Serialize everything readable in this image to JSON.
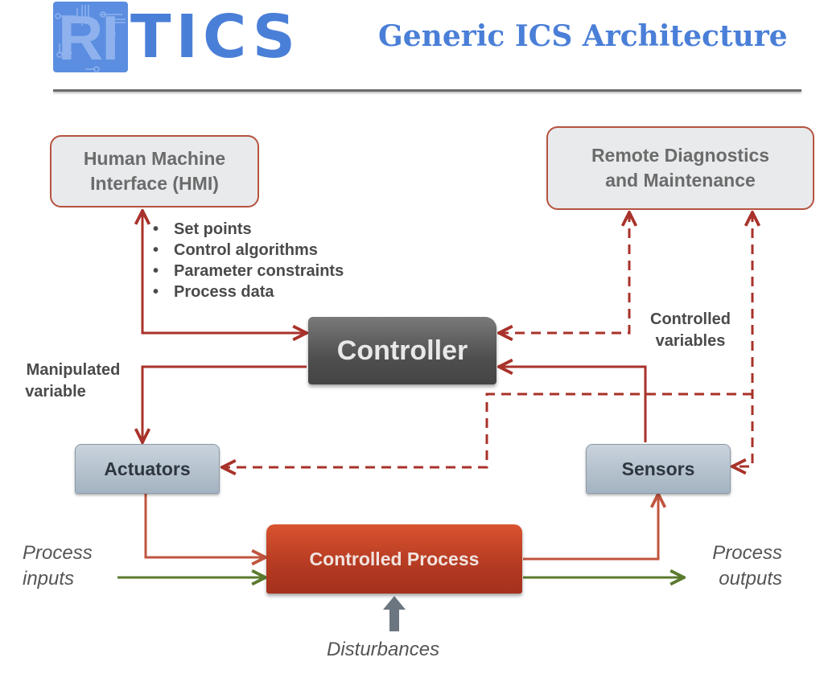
{
  "header": {
    "logo": {
      "highlight": "RI",
      "rest": "TICS"
    },
    "title": "Generic ICS Architecture"
  },
  "colors": {
    "brand_blue": "#4a7fd8",
    "arrow_red": "#a8322a",
    "flow_green": "#5a7a2e",
    "disturbance_gray": "#6b7680",
    "process_red": "#c0432a"
  },
  "diagram": {
    "nodes": {
      "hmi": "Human Machine Interface (HMI)",
      "remote": "Remote Diagnostics and Maintenance",
      "controller": "Controller",
      "actuators": "Actuators",
      "sensors": "Sensors",
      "process": "Controlled Process"
    },
    "hmi_lines": [
      "Human Machine",
      "Interface (HMI)"
    ],
    "remote_lines": [
      "Remote Diagnostics",
      "and Maintenance"
    ],
    "hmi_exchange": [
      "Set points",
      "Control algorithms",
      "Parameter constraints",
      "Process data"
    ],
    "labels": {
      "manipulated": [
        "Manipulated",
        "variable"
      ],
      "controlled": [
        "Controlled",
        "variables"
      ],
      "process_inputs": [
        "Process",
        "inputs"
      ],
      "process_outputs": [
        "Process",
        "outputs"
      ],
      "disturbances": "Disturbances"
    },
    "edges": [
      {
        "from": "hmi",
        "to": "controller",
        "style": "solid",
        "bidirectional": true
      },
      {
        "from": "controller",
        "to": "actuators",
        "style": "solid"
      },
      {
        "from": "sensors",
        "to": "controller",
        "style": "solid"
      },
      {
        "from": "actuators",
        "to": "process",
        "style": "solid"
      },
      {
        "from": "process",
        "to": "sensors",
        "style": "solid"
      },
      {
        "from": "remote",
        "to": "controller",
        "style": "dashed",
        "bidirectional": true
      },
      {
        "from": "remote",
        "to": "actuators",
        "style": "dashed",
        "bidirectional": true
      },
      {
        "from": "remote",
        "to": "sensors",
        "style": "dashed",
        "bidirectional": true
      },
      {
        "from": "inputs",
        "to": "process",
        "style": "green"
      },
      {
        "from": "process",
        "to": "outputs",
        "style": "green"
      },
      {
        "from": "disturbances",
        "to": "process",
        "style": "block-arrow"
      }
    ]
  }
}
